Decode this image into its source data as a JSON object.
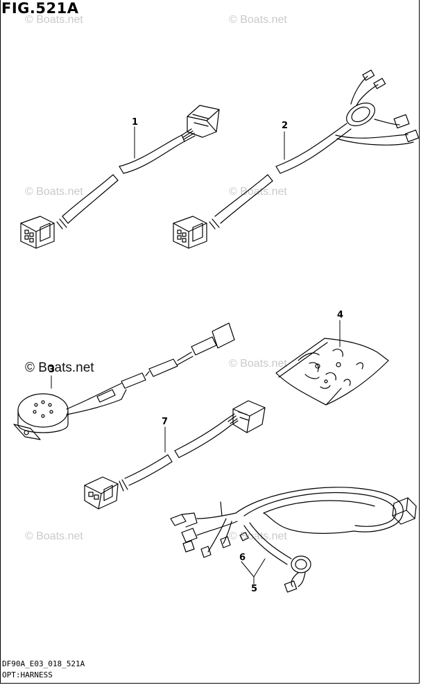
{
  "figure": {
    "title": "FIG.521A"
  },
  "watermarks": {
    "w1": "© Boats.net",
    "w2": "© Boats.net",
    "w3": "© Boats.net",
    "w4": "© Boats.net",
    "w5": "© Boats.net",
    "w6": "© Boats.net",
    "w7": "© Boats.net",
    "w8": "© Boats.net"
  },
  "callouts": {
    "p1": "1",
    "p2": "2",
    "p3": "3",
    "p4": "4",
    "p5": "5",
    "p6": "6",
    "p7": "7"
  },
  "footer": {
    "code": "DF90A_E03_018_521A",
    "caption": "OPT:HARNESS"
  }
}
